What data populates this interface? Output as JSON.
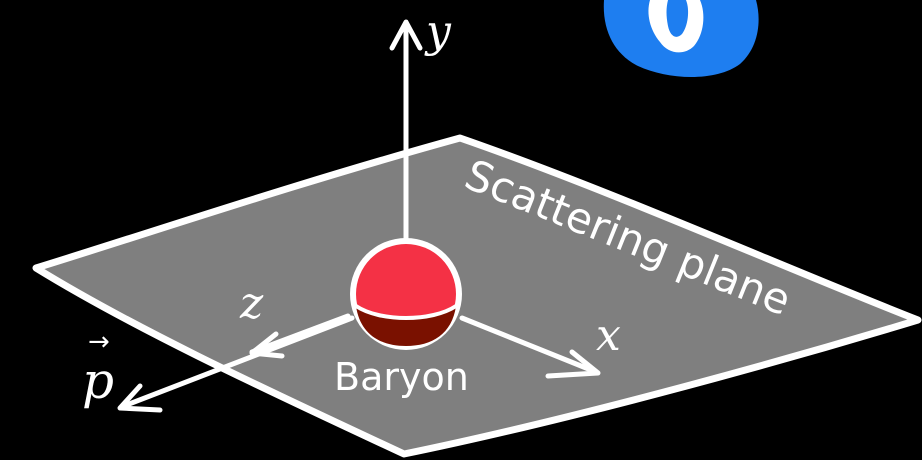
{
  "diagram": {
    "plane_label": "Scattering plane",
    "particle_label": "Baryon",
    "axes": {
      "y": "y",
      "x": "x",
      "z": "z"
    },
    "momentum_label": "p",
    "momentum_arrow": "→"
  },
  "colors": {
    "background": "#000000",
    "plane_fill": "#7f7f7f",
    "outline": "#ffffff",
    "baryon_top": "#f43145",
    "baryon_bottom": "#7a1100",
    "blob_outer": "#1e7ef0",
    "blob_inner": "#ffffff"
  }
}
